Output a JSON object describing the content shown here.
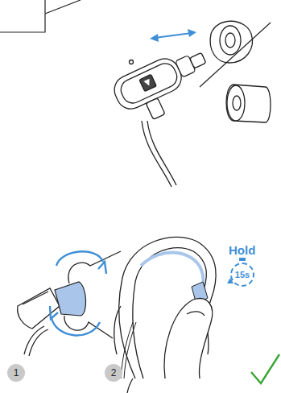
{
  "diagram": {
    "nodes": [
      {
        "text": [
          "1"
        ]
      },
      {
        "text": [
          "2"
        ]
      },
      {
        "text": [
          "15s"
        ]
      }
    ],
    "labels": [
      "Hold"
    ]
  }
}
